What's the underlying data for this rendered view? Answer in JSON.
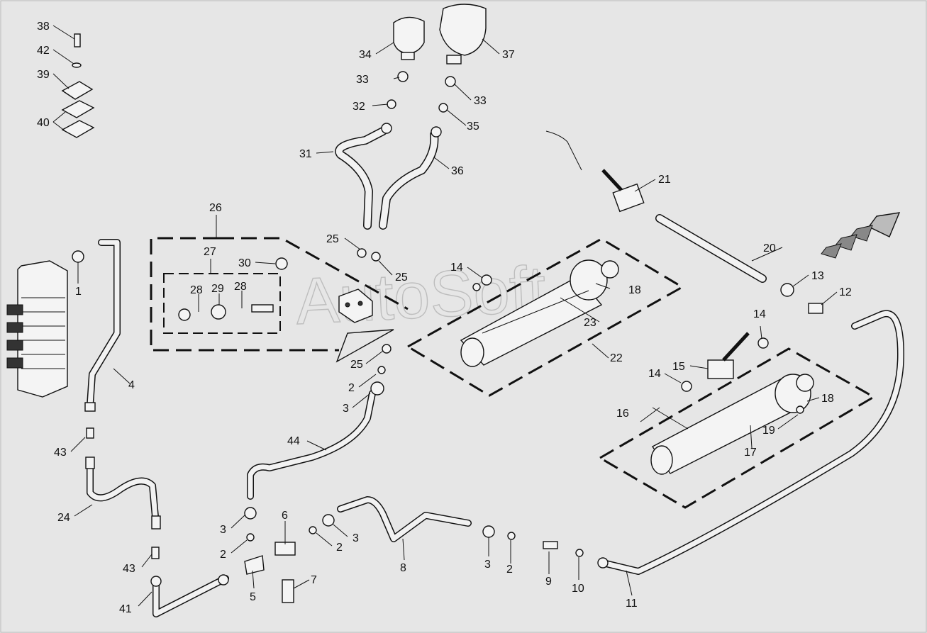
{
  "watermark": "AutoSoft",
  "callouts": [
    {
      "id": "c38",
      "text": "38"
    },
    {
      "id": "c42",
      "text": "42"
    },
    {
      "id": "c39",
      "text": "39"
    },
    {
      "id": "c40",
      "text": "40"
    },
    {
      "id": "c34",
      "text": "34"
    },
    {
      "id": "c33a",
      "text": "33"
    },
    {
      "id": "c32",
      "text": "32"
    },
    {
      "id": "c37",
      "text": "37"
    },
    {
      "id": "c33b",
      "text": "33"
    },
    {
      "id": "c35",
      "text": "35"
    },
    {
      "id": "c31",
      "text": "31"
    },
    {
      "id": "c36",
      "text": "36"
    },
    {
      "id": "c21",
      "text": "21"
    },
    {
      "id": "c26",
      "text": "26"
    },
    {
      "id": "c27",
      "text": "27"
    },
    {
      "id": "c25a",
      "text": "25"
    },
    {
      "id": "c25b",
      "text": "25"
    },
    {
      "id": "c30",
      "text": "30"
    },
    {
      "id": "c28a",
      "text": "28"
    },
    {
      "id": "c29",
      "text": "29"
    },
    {
      "id": "c28b",
      "text": "28"
    },
    {
      "id": "c20",
      "text": "20"
    },
    {
      "id": "c13",
      "text": "13"
    },
    {
      "id": "c12",
      "text": "12"
    },
    {
      "id": "c14a",
      "text": "14"
    },
    {
      "id": "c18a",
      "text": "18"
    },
    {
      "id": "c1",
      "text": "1"
    },
    {
      "id": "c23",
      "text": "23"
    },
    {
      "id": "c22",
      "text": "22"
    },
    {
      "id": "c14b",
      "text": "14"
    },
    {
      "id": "c15",
      "text": "15"
    },
    {
      "id": "c14c",
      "text": "14"
    },
    {
      "id": "c18b",
      "text": "18"
    },
    {
      "id": "c25c",
      "text": "25"
    },
    {
      "id": "c4",
      "text": "4"
    },
    {
      "id": "c2a",
      "text": "2"
    },
    {
      "id": "c3a",
      "text": "3"
    },
    {
      "id": "c16",
      "text": "16"
    },
    {
      "id": "c19",
      "text": "19"
    },
    {
      "id": "c17",
      "text": "17"
    },
    {
      "id": "c43a",
      "text": "43"
    },
    {
      "id": "c44",
      "text": "44"
    },
    {
      "id": "c24",
      "text": "24"
    },
    {
      "id": "c6",
      "text": "6"
    },
    {
      "id": "c3b",
      "text": "3"
    },
    {
      "id": "c3c",
      "text": "3"
    },
    {
      "id": "c2b",
      "text": "2"
    },
    {
      "id": "c2c",
      "text": "2"
    },
    {
      "id": "c8",
      "text": "8"
    },
    {
      "id": "c3d",
      "text": "3"
    },
    {
      "id": "c2d",
      "text": "2"
    },
    {
      "id": "c9",
      "text": "9"
    },
    {
      "id": "c10",
      "text": "10"
    },
    {
      "id": "c43b",
      "text": "43"
    },
    {
      "id": "c7",
      "text": "7"
    },
    {
      "id": "c5",
      "text": "5"
    },
    {
      "id": "c41",
      "text": "41"
    },
    {
      "id": "c11",
      "text": "11"
    }
  ]
}
